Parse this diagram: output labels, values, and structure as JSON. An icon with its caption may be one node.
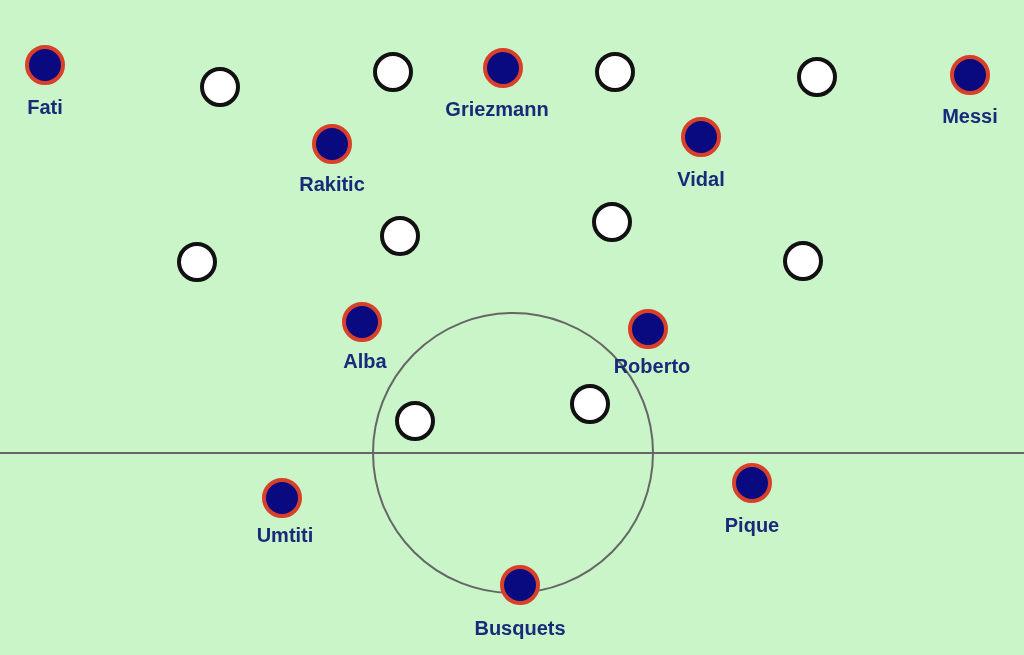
{
  "diagram": {
    "nodes": [
      {
        "text": [
          "Fati"
        ]
      },
      {
        "text": [],
        "shape": "circle"
      },
      {
        "text": [],
        "shape": "circle"
      },
      {
        "text": [
          "Griezmann"
        ]
      },
      {
        "text": [],
        "shape": "circle"
      },
      {
        "text": [],
        "shape": "circle"
      },
      {
        "text": [
          "Messi"
        ]
      },
      {
        "text": [
          "Rakitic"
        ]
      },
      {
        "text": [
          "Vidal"
        ]
      },
      {
        "text": [],
        "shape": "circle"
      },
      {
        "text": [],
        "shape": "circle"
      },
      {
        "text": [],
        "shape": "circle"
      },
      {
        "text": [],
        "shape": "circle"
      },
      {
        "text": [
          "Alba"
        ]
      },
      {
        "text": [
          "Roberto"
        ]
      },
      {
        "text": [],
        "shape": "circle"
      },
      {
        "text": [],
        "shape": "circle"
      },
      {
        "text": [
          "Umtiti"
        ]
      },
      {
        "text": [
          "Pique"
        ]
      },
      {
        "text": [
          "Busquets"
        ]
      }
    ],
    "edges": []
  }
}
